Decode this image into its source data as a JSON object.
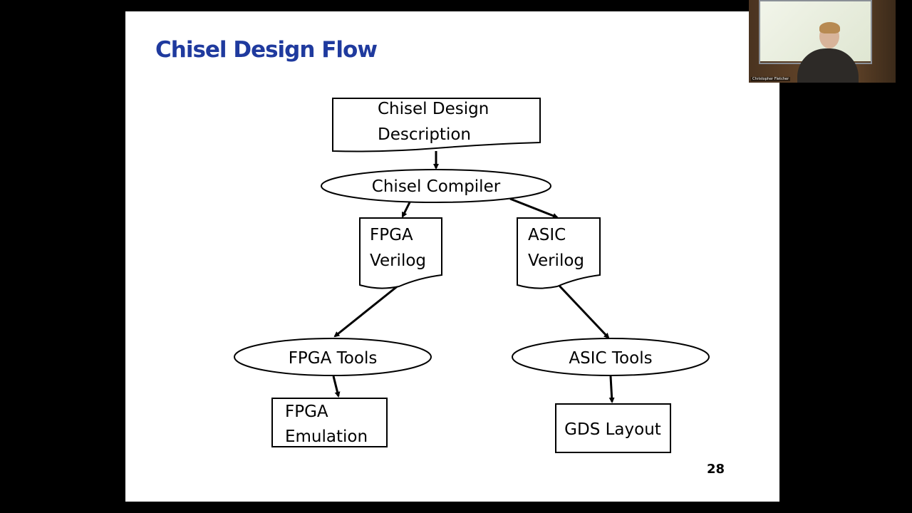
{
  "slide": {
    "title": "Chisel Design Flow",
    "page_number": "28"
  },
  "flow": {
    "design_description": [
      "Chisel Design",
      "Description"
    ],
    "compiler": "Chisel Compiler",
    "fpga_verilog": [
      "FPGA",
      "Verilog"
    ],
    "asic_verilog": [
      "ASIC",
      "Verilog"
    ],
    "fpga_tools": "FPGA Tools",
    "asic_tools": "ASIC Tools",
    "fpga_emulation": [
      "FPGA",
      "Emulation"
    ],
    "gds_layout": "GDS Layout"
  },
  "webcam": {
    "name_label": "Christopher Fletcher"
  },
  "colors": {
    "title": "#1f3a9e",
    "background": "#000000",
    "slide": "#ffffff"
  }
}
